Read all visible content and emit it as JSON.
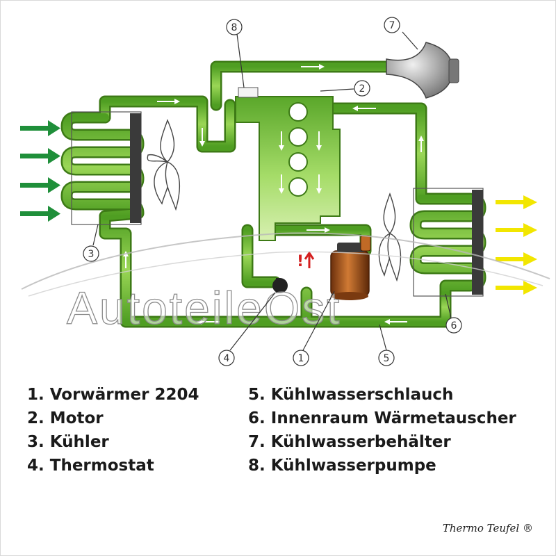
{
  "watermark": "AutoteileOst",
  "callouts": [
    "1",
    "2",
    "3",
    "4",
    "5",
    "6",
    "7",
    "8"
  ],
  "warning_mark": "!",
  "legend": [
    {
      "number": "1.",
      "label": "Vorwärmer 2204"
    },
    {
      "number": "2.",
      "label": "Motor"
    },
    {
      "number": "3.",
      "label": "Kühler"
    },
    {
      "number": "4.",
      "label": "Thermostat"
    },
    {
      "number": "5.",
      "label": "Kühlwasserschlauch"
    },
    {
      "number": "6.",
      "label": "Innenraum Wärmetauscher"
    },
    {
      "number": "7.",
      "label": "Kühlwasserbehälter"
    },
    {
      "number": "8.",
      "label": "Kühlwasserpumpe"
    }
  ],
  "footer": "Thermo Teufel ®",
  "colors": {
    "coolant_pipe": "#7cc63c",
    "pipe_outline": "#4a8a1c",
    "inflow_arrows": "#1f8f3a",
    "outflow_arrows": "#f2e600",
    "heater": "#a0521c",
    "warning": "#d42020"
  }
}
